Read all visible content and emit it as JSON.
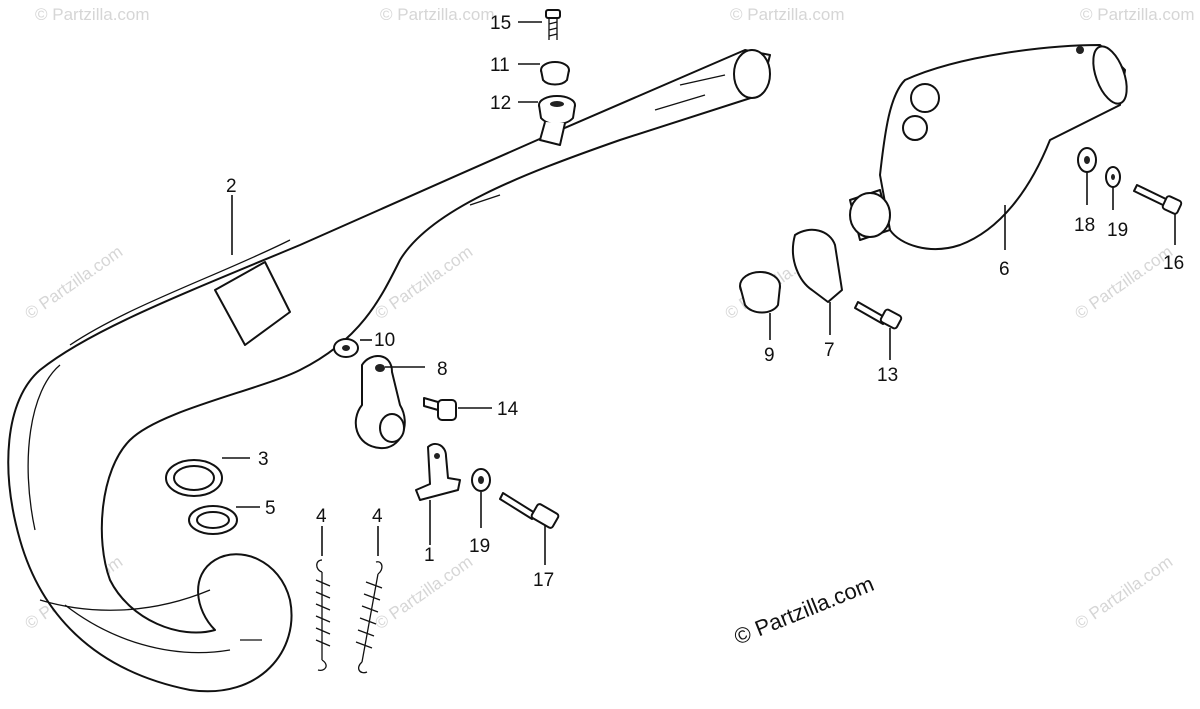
{
  "diagram": {
    "copyright": "© Partzilla.com",
    "watermark": "© Partzilla.com",
    "callouts": {
      "c15": "15",
      "c11": "11",
      "c12": "12",
      "c2": "2",
      "c10": "10",
      "c8": "8",
      "c14": "14",
      "c3": "3",
      "c5": "5",
      "c4a": "4",
      "c4b": "4",
      "c1": "1",
      "c19a": "19",
      "c17": "17",
      "c9": "9",
      "c7": "7",
      "c13": "13",
      "c6": "6",
      "c18": "18",
      "c19b": "19",
      "c16": "16"
    }
  }
}
